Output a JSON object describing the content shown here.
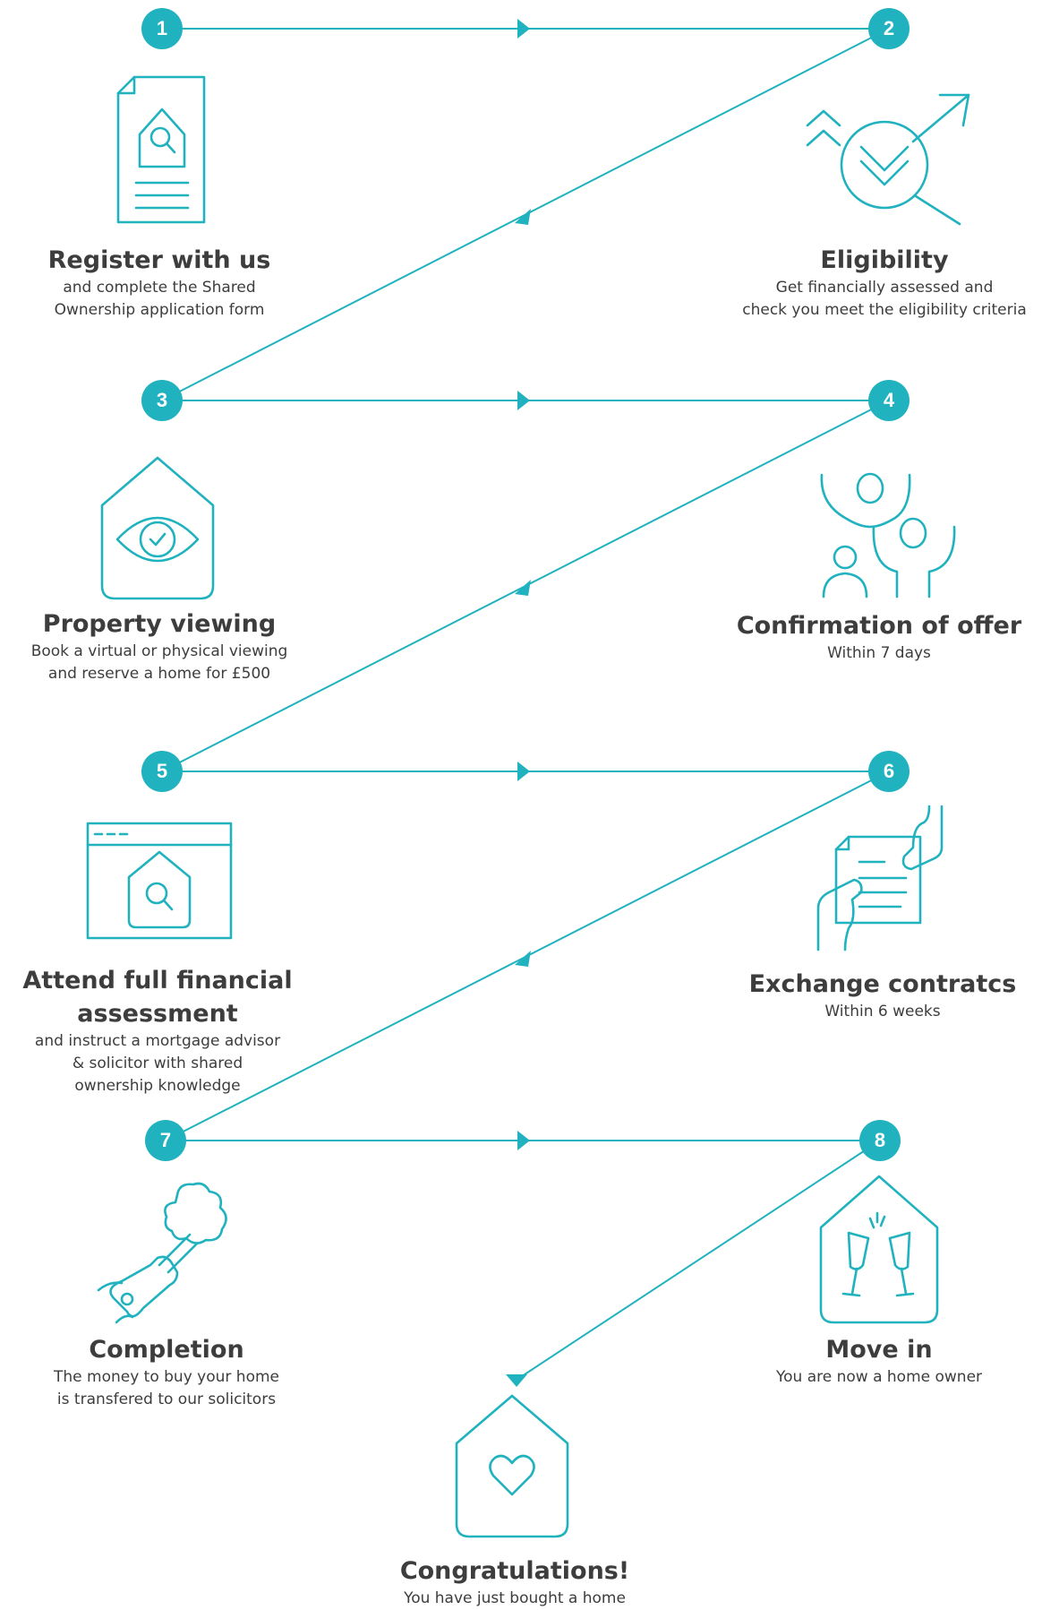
{
  "steps": [
    {
      "number": "1",
      "title": "Register with us",
      "desc": [
        "and complete the Shared",
        "Ownership application form"
      ],
      "icon": "document-search-icon"
    },
    {
      "number": "2",
      "title": "Eligibility",
      "desc": [
        "Get financially assessed and",
        "check you meet the eligibility criteria"
      ],
      "icon": "magnifier-check-icon"
    },
    {
      "number": "3",
      "title": "Property viewing",
      "desc": [
        "Book a virtual or physical viewing",
        "and reserve a home for £500"
      ],
      "icon": "house-eye-icon"
    },
    {
      "number": "4",
      "title": "Confirmation of offer",
      "desc": [
        "Within 7 days"
      ],
      "icon": "celebrating-people-icon"
    },
    {
      "number": "5",
      "title": "Attend full financial assessment",
      "desc": [
        "and instruct a mortgage advisor",
        "& solicitor with shared",
        "ownership knowledge"
      ],
      "icon": "browser-house-icon"
    },
    {
      "number": "6",
      "title": "Exchange contratcs",
      "desc": [
        "Within 6 weeks"
      ],
      "icon": "exchange-document-icon"
    },
    {
      "number": "7",
      "title": "Completion",
      "desc": [
        "The money to buy your home",
        "is transfered to our solicitors"
      ],
      "icon": "champagne-pop-icon"
    },
    {
      "number": "8",
      "title": "Move in",
      "desc": [
        "You are now a home owner"
      ],
      "icon": "house-glasses-icon"
    }
  ],
  "final": {
    "title": "Congratulations!",
    "desc": "You have just bought a home",
    "icon": "house-heart-icon"
  },
  "titles_multiline": {
    "step5_line1": "Attend full financial",
    "step5_line2": "assessment"
  },
  "colors": {
    "accent": "#20b2be",
    "text": "#3d3d3d",
    "background": "#ffffff"
  }
}
